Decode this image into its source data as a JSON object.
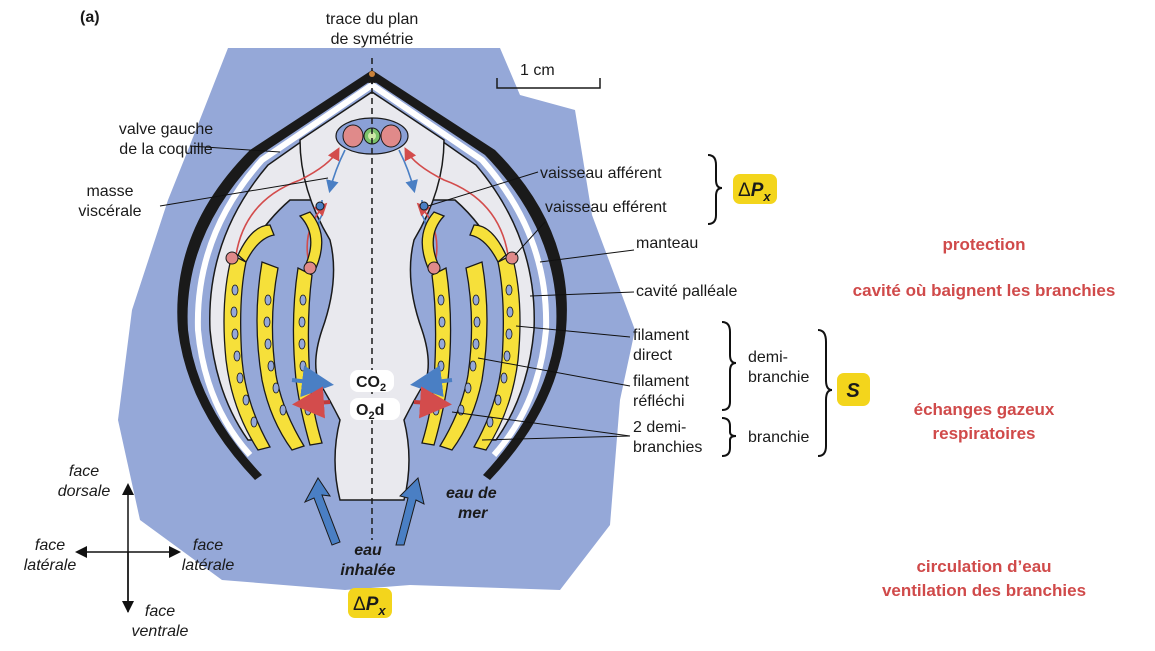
{
  "figure_label": "(a)",
  "symmetry": {
    "line1": "trace du plan",
    "line2": "de symétrie"
  },
  "scale_bar": "1 cm",
  "labels": {
    "valve_1": "valve gauche",
    "valve_2": "de la coquille",
    "masse_1": "masse",
    "masse_2": "viscérale",
    "vaisseau_afferent": "vaisseau afférent",
    "vaisseau_efferent": "vaisseau efférent",
    "manteau": "manteau",
    "cavite": "cavité palléale",
    "filament_direct_1": "filament",
    "filament_direct_2": "direct",
    "filament_reflechi_1": "filament",
    "filament_reflechi_2": "réfléchi",
    "demi_1": "demi-",
    "demi_2": "branchie",
    "deux_demi_1": "2 demi-",
    "deux_demi_2": "branchies",
    "branchie": "branchie"
  },
  "gases": {
    "co2_main": "CO",
    "co2_sub": "2",
    "o2_main": "O",
    "o2_sub": "2",
    "o2_suffix": "d"
  },
  "water": {
    "eau_de": "eau de",
    "mer": "mer",
    "eau": "eau",
    "inhalee": "inhalée"
  },
  "badges": {
    "delta_px_top": {
      "delta": "Δ",
      "p": "P",
      "x": "x"
    },
    "s": "S",
    "delta_px_bottom": {
      "delta": "Δ",
      "p": "P",
      "x": "x"
    }
  },
  "roles": {
    "protection": "protection",
    "cavite": "cavité où baignent les branchies",
    "echanges_1": "échanges gazeux",
    "echanges_2": "respiratoires",
    "circulation_1": "circulation d’eau",
    "circulation_2": "ventilation des branchies"
  },
  "orientation": {
    "dorsale_1": "face",
    "dorsale_2": "dorsale",
    "lat_left_1": "face",
    "lat_left_2": "latérale",
    "lat_right_1": "face",
    "lat_right_2": "latérale",
    "ventrale_1": "face",
    "ventrale_2": "ventrale"
  },
  "colors": {
    "water_blue": "#95a8d8",
    "shell_black": "#1a1a1a",
    "body_grey": "#e9e9ee",
    "gill_yellow": "#f6e03a",
    "badge_yellow": "#f3d51c",
    "role_red": "#d04a4a",
    "vessel_red": "#d34c4c",
    "vessel_blue": "#4a7fc4"
  }
}
